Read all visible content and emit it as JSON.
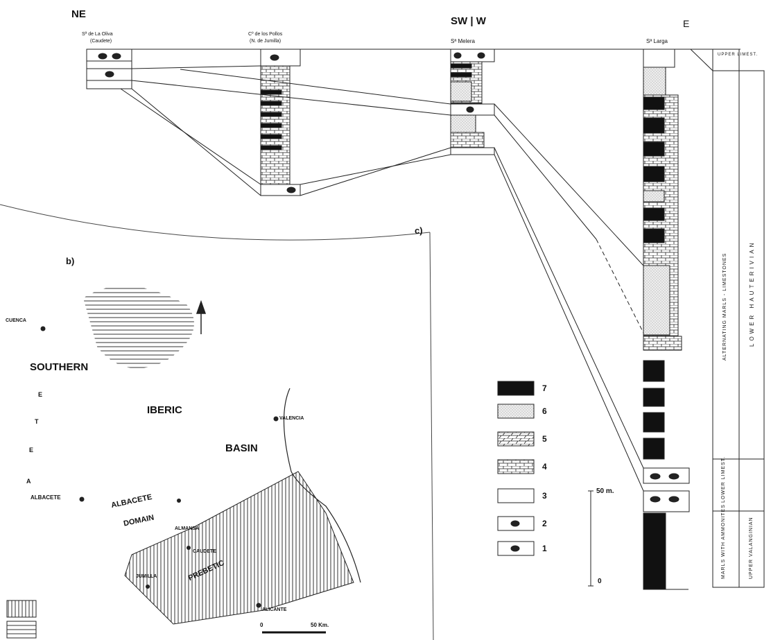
{
  "panel_c": {
    "label": "c)",
    "directions": {
      "ne": "NE",
      "sw_w": "SW | W",
      "e": "E"
    },
    "sections": [
      {
        "name": "Sª de La Oliva",
        "sub": "(Caudete)"
      },
      {
        "name": "Cº de los Pollos",
        "sub": "(N. de Jumilla)"
      },
      {
        "name": "Sª Melera",
        "sub": ""
      },
      {
        "name": "Sª Larga",
        "sub": ""
      }
    ],
    "scale": {
      "top": "50 m.",
      "bottom": "0"
    },
    "units": {
      "upper_limest": "UPPER LIMEST.",
      "alternating": "ALTERNATING MARLS - LIMESTONES",
      "lower_limest": "LOWER LIMEST.",
      "marls_ammonites": "MARLS WITH AMMONITES",
      "lower_hauterivian": "LOWER HAUTERIVIAN",
      "upper_valanginian": "UPPER VALANGINIAN"
    },
    "legend": [
      "7",
      "6",
      "5",
      "4",
      "3",
      "2",
      "1"
    ]
  },
  "panel_b": {
    "label": "b)",
    "regions": {
      "southern": "SOUTHERN",
      "iberic": "IBERIC",
      "basin": "BASIN",
      "albacete": "ALBACETE",
      "domain": "DOMAIN",
      "prebetic": "PREBETIC"
    },
    "cities": {
      "cuenca": "CUENCA",
      "valencia": "VALENCIA",
      "albacete": "ALBACETE",
      "almansa": "ALMANSA",
      "caudete": "CAUDETE",
      "jumilla": "JUMILLA",
      "alicante": "ALICANTE"
    },
    "side_letters": [
      "E",
      "T",
      "E",
      "A"
    ],
    "scale": {
      "zero": "0",
      "km": "50 Km."
    }
  }
}
